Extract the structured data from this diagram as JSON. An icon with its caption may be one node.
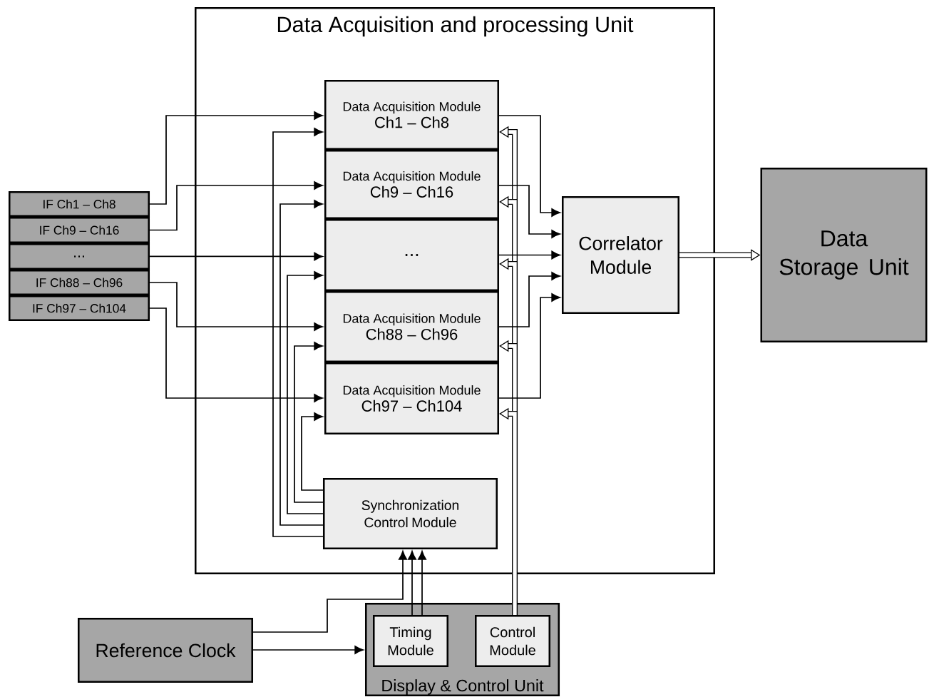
{
  "diagram": {
    "nodes": [
      {
        "text": [
          "Data Acquisition and processing Unit"
        ]
      },
      {
        "text": [
          "Data Acquisition Module",
          "Ch1 – Ch8"
        ],
        "in": 0
      },
      {
        "text": [
          "Data Acquisition Module",
          "Ch9 – Ch16"
        ],
        "in": 0
      },
      {
        "text": [
          "..."
        ],
        "in": 0
      },
      {
        "text": [
          "Data Acquisition Module",
          "Ch88 – Ch96"
        ],
        "in": 0
      },
      {
        "text": [
          "Data Acquisition Module",
          "Ch97 – Ch104"
        ],
        "in": 0
      },
      {
        "text": [
          "Correlator Module"
        ],
        "in": 0
      },
      {
        "text": [
          "Synchronization Control Module"
        ],
        "in": 0
      },
      {
        "text": [
          "Data Storage Unit"
        ]
      },
      {
        "text": [
          "IF Ch1 – Ch8"
        ]
      },
      {
        "text": [
          "IF Ch9 – Ch16"
        ]
      },
      {
        "text": [
          "..."
        ]
      },
      {
        "text": [
          "IF Ch88 – Ch96"
        ]
      },
      {
        "text": [
          "IF Ch97 – Ch104"
        ]
      },
      {
        "text": [
          "Reference Clock"
        ]
      },
      {
        "text": [
          "Display & Control Unit"
        ]
      },
      {
        "text": [
          "Timing Module"
        ],
        "in": 15
      },
      {
        "text": [
          "Control Module"
        ],
        "in": 15
      }
    ],
    "edges": [
      {
        "from": 9,
        "to": 1,
        "arrow": "to"
      },
      {
        "from": 10,
        "to": 2,
        "arrow": "to"
      },
      {
        "from": 11,
        "to": 3,
        "arrow": "to"
      },
      {
        "from": 12,
        "to": 4,
        "arrow": "to"
      },
      {
        "from": 13,
        "to": 5,
        "arrow": "to"
      },
      {
        "from": 7,
        "to": 1,
        "arrow": "to"
      },
      {
        "from": 7,
        "to": 2,
        "arrow": "to"
      },
      {
        "from": 7,
        "to": 3,
        "arrow": "to"
      },
      {
        "from": 7,
        "to": 4,
        "arrow": "to"
      },
      {
        "from": 7,
        "to": 5,
        "arrow": "to"
      },
      {
        "from": 1,
        "to": 6,
        "arrow": "to"
      },
      {
        "from": 2,
        "to": 6,
        "arrow": "to"
      },
      {
        "from": 3,
        "to": 6,
        "arrow": "to"
      },
      {
        "from": 4,
        "to": 6,
        "arrow": "to"
      },
      {
        "from": 5,
        "to": 6,
        "arrow": "to"
      },
      {
        "from": 17,
        "to": 1,
        "arrow": "to",
        "style": "thick"
      },
      {
        "from": 17,
        "to": 2,
        "arrow": "to",
        "style": "thick"
      },
      {
        "from": 17,
        "to": 3,
        "arrow": "to",
        "style": "thick"
      },
      {
        "from": 17,
        "to": 4,
        "arrow": "to",
        "style": "thick"
      },
      {
        "from": 17,
        "to": 5,
        "arrow": "to",
        "style": "thick"
      },
      {
        "from": 6,
        "to": 8,
        "arrow": "to",
        "style": "thick"
      },
      {
        "from": 14,
        "to": 7,
        "arrow": "to"
      },
      {
        "from": 16,
        "to": 7,
        "arrow": "to"
      },
      {
        "from": 16,
        "to": 7,
        "arrow": "to"
      },
      {
        "from": 14,
        "to": 15,
        "arrow": "to"
      }
    ]
  }
}
